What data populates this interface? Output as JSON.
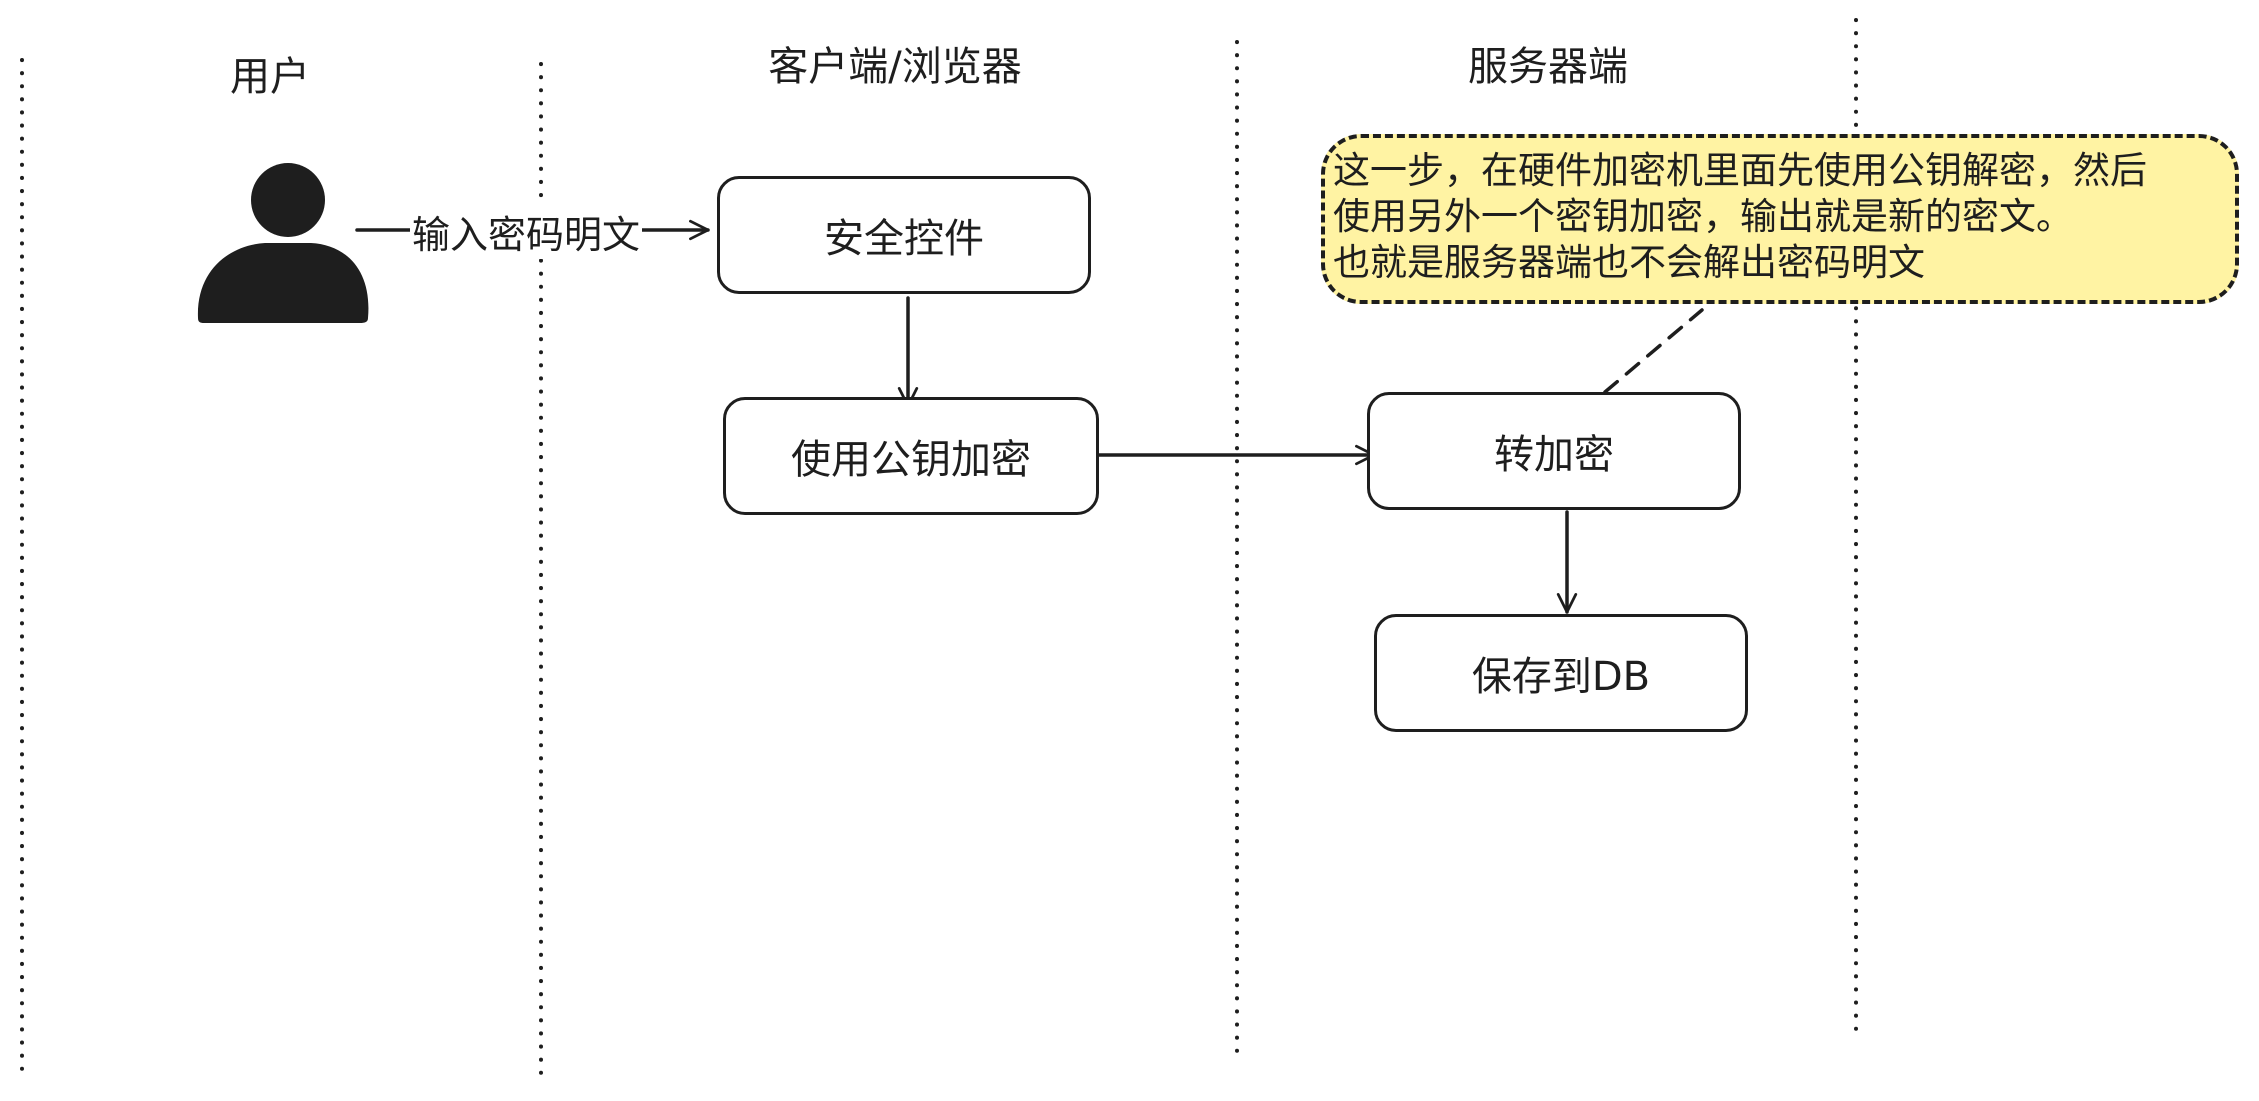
{
  "lanes": [
    {
      "title": "用户"
    },
    {
      "title": "客户端/浏览器"
    },
    {
      "title": "服务器端"
    }
  ],
  "nodes": {
    "security_control": "安全控件",
    "public_key_encrypt": "使用公钥加密",
    "re_encrypt": "转加密",
    "save_db": "保存到DB"
  },
  "edges": {
    "user_input": "输入密码明文"
  },
  "note": {
    "lines": [
      "这一步，在硬件加密机里面先使用公钥解密，然后",
      "使用另外一个密钥加密，输出就是新的密文。",
      "也就是服务器端也不会解出密码明文"
    ]
  },
  "icons": {
    "user": "user-icon"
  },
  "colors": {
    "stroke": "#1e1e1e",
    "note_fill": "#fff3a3",
    "background": "#ffffff"
  }
}
